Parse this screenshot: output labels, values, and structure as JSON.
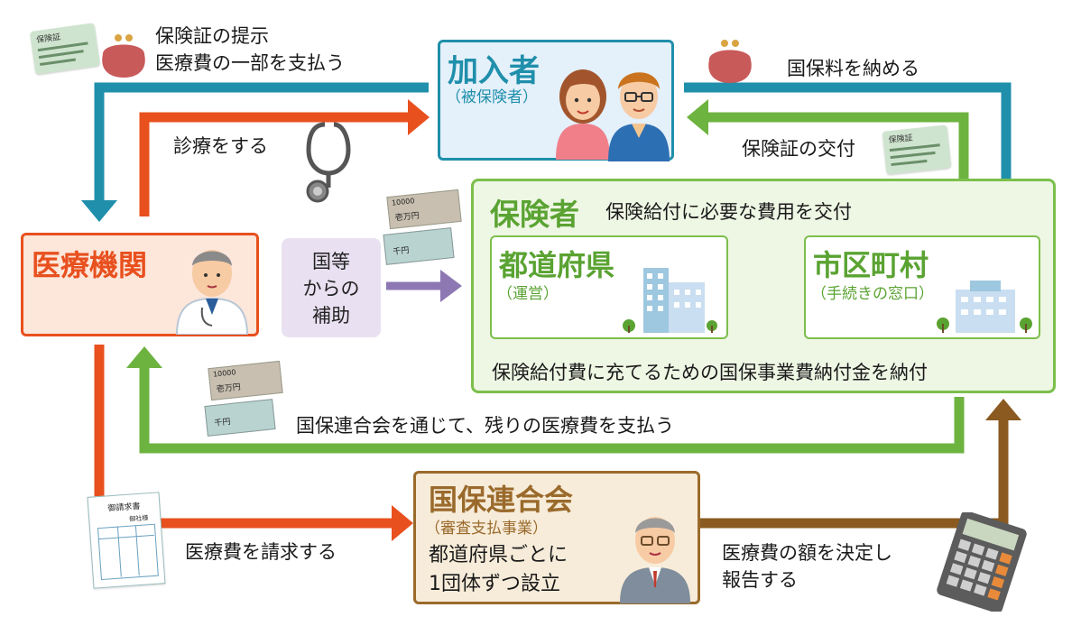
{
  "subscriber": {
    "title": "加入者",
    "subtitle": "（被保険者）"
  },
  "medical": {
    "title": "医療機関"
  },
  "insurer": {
    "title": "保険者",
    "note": "保険給付に必要な費用を交付",
    "prefecture": {
      "title": "都道府県",
      "subtitle": "（運営）"
    },
    "municipality": {
      "title": "市区町村",
      "subtitle": "（手続きの窓口）"
    },
    "bottom_note": "保険給付費に充てるための国保事業費納付金を納付"
  },
  "subsidy": {
    "lines": [
      "国等",
      "からの",
      "補助"
    ]
  },
  "federation": {
    "title": "国保連合会",
    "subtitle": "（審査支払事業）",
    "lines": [
      "都道府県ごとに",
      "1団体ずつ設立"
    ]
  },
  "flows": {
    "present_card": [
      "保険証の提示",
      "医療費の一部を支払う"
    ],
    "pay_premium": "国保料を納める",
    "treatment": "診療をする",
    "issue_card": "保険証の交付",
    "pay_remaining": "国保連合会を通じて、残りの医療費を支払う",
    "claim_costs": "医療費を請求する",
    "decide_report": [
      "医療費の額を決定し",
      "報告する"
    ]
  },
  "decor": {
    "card_label": "保険証",
    "bill_big": "10000",
    "bill_big_text": "壱万円",
    "bill_small_text": "千円",
    "invoice_title": "御請求書",
    "invoice_field": "御社様"
  },
  "colors": {
    "teal": "#1f8fab",
    "orange": "#e8501e",
    "green": "#6db33f",
    "purple": "#8d78b3",
    "brown": "#8a5a20",
    "subscriber_fill": "#e4f0fa",
    "subscriber_border": "#1f8fab",
    "medical_fill": "#fde6da",
    "medical_border": "#e8501e",
    "insurer_fill": "#eef6e4",
    "insurer_border": "#7cbf4c",
    "federation_fill": "#f7ecd9",
    "federation_border": "#9a6a2c",
    "subsidy_fill": "#e9e1f1"
  }
}
